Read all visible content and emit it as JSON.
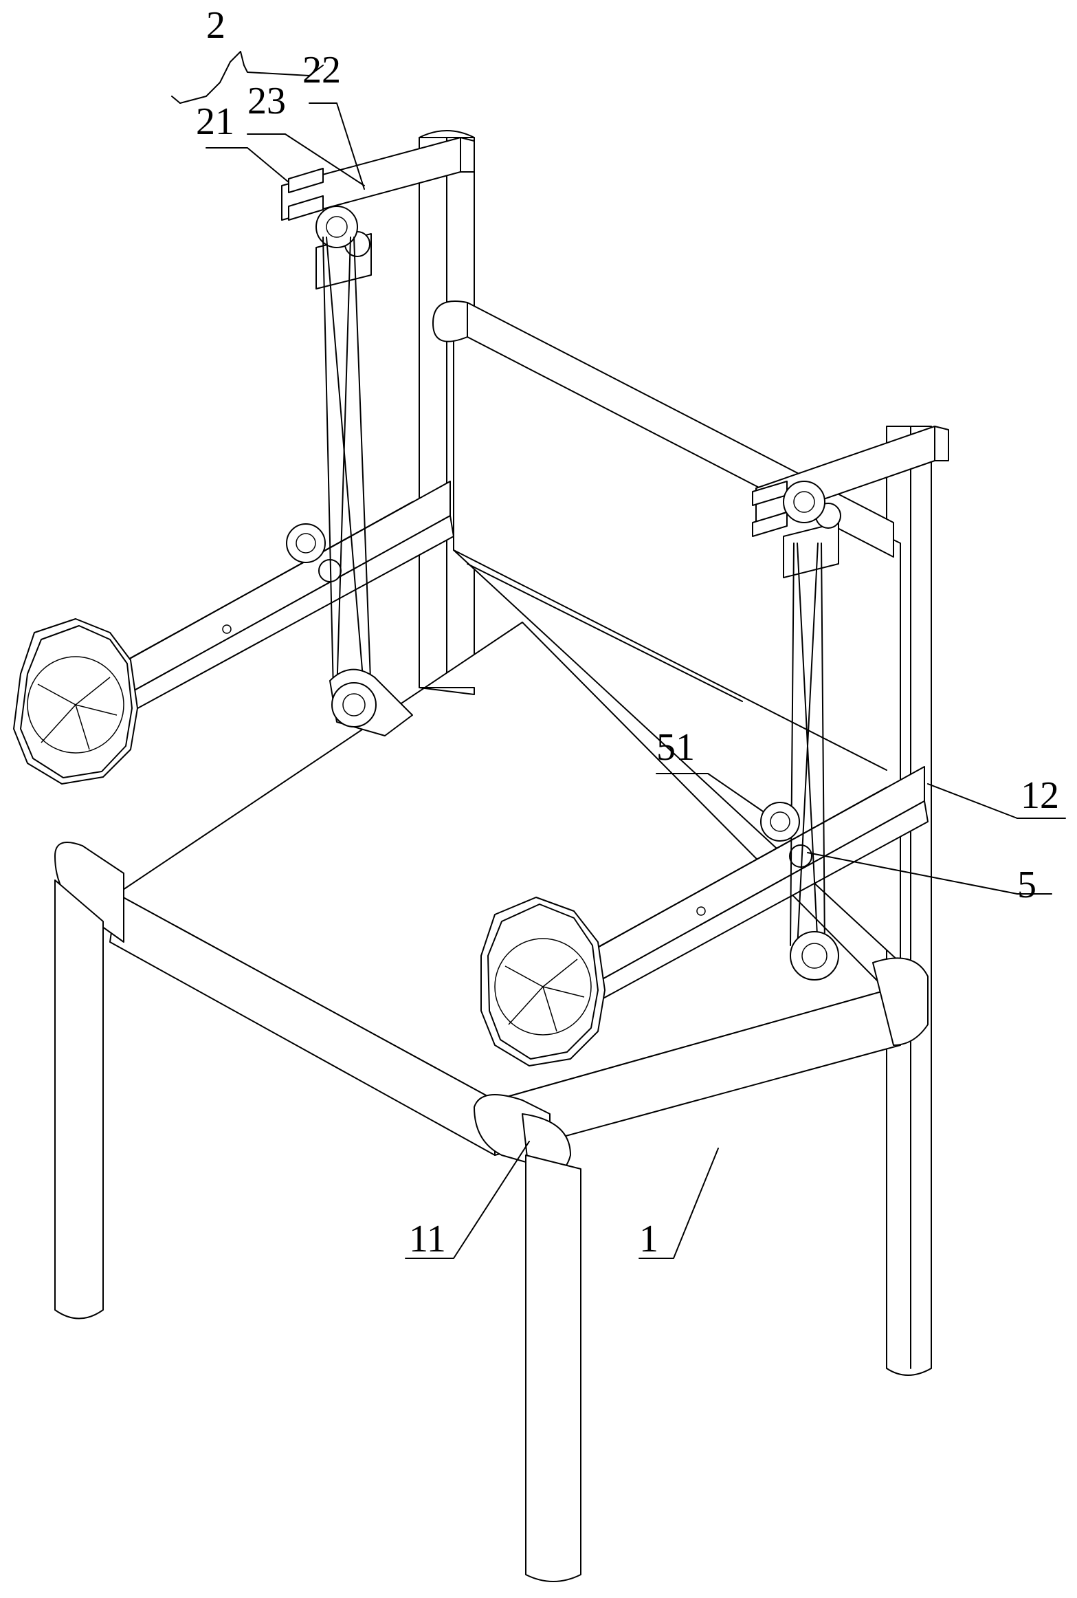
{
  "labels": {
    "l2": "2",
    "l22": "22",
    "l23": "23",
    "l21": "21",
    "l51": "51",
    "l12": "12",
    "l5": "5",
    "l11": "11",
    "l1": "1"
  }
}
